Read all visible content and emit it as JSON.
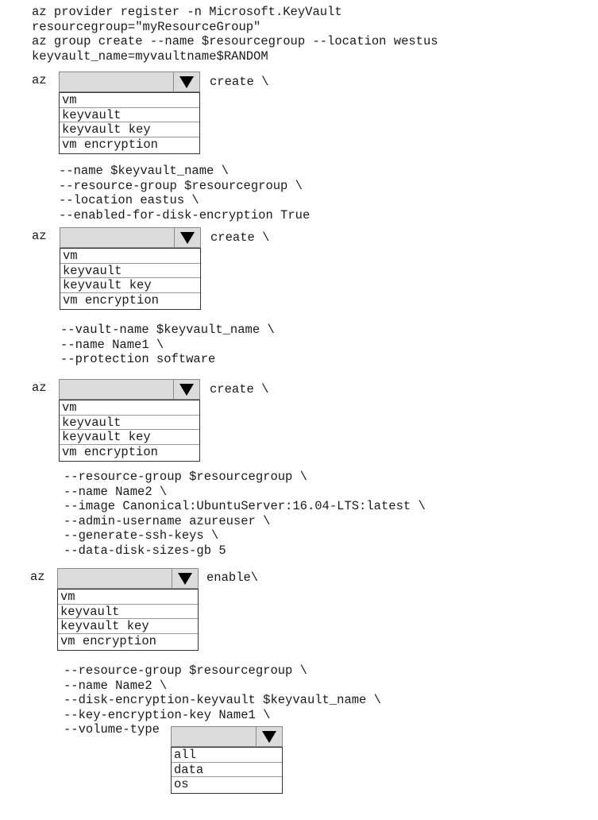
{
  "intro_lines": [
    "az provider register -n Microsoft.KeyVault",
    "resourcegroup=\"myResourceGroup\"",
    "az group create --name $resourcegroup --location westus",
    "keyvault_name=myvaultname$RANDOM"
  ],
  "block1": {
    "prefix": "az",
    "suffix": "create \\",
    "options": [
      "vm",
      "keyvault",
      "keyvault key",
      "vm encryption"
    ],
    "lines": [
      "--name $keyvault_name \\",
      "--resource-group $resourcegroup \\",
      "--location eastus \\",
      "--enabled-for-disk-encryption True"
    ]
  },
  "block2": {
    "prefix": "az",
    "suffix": "create \\",
    "options": [
      "vm",
      "keyvault",
      "keyvault key",
      "vm encryption"
    ],
    "lines": [
      "--vault-name $keyvault_name \\",
      "--name Name1 \\",
      "--protection software"
    ]
  },
  "block3": {
    "prefix": "az",
    "suffix": "create \\",
    "options": [
      "vm",
      "keyvault",
      "keyvault key",
      "vm encryption"
    ],
    "lines": [
      "--resource-group $resourcegroup \\",
      "--name Name2 \\",
      "--image Canonical:UbuntuServer:16.04-LTS:latest \\",
      "--admin-username azureuser \\",
      "--generate-ssh-keys \\",
      "--data-disk-sizes-gb 5"
    ]
  },
  "block4": {
    "prefix": "az",
    "suffix": "enable\\",
    "options": [
      "vm",
      "keyvault",
      "keyvault key",
      "vm encryption"
    ],
    "lines": [
      "--resource-group $resourcegroup \\",
      "--name Name2 \\",
      "--disk-encryption-keyvault $keyvault_name \\",
      "--key-encryption-key Name1 \\"
    ],
    "volume_label": "--volume-type",
    "volume_options": [
      "all",
      "data",
      "os"
    ]
  }
}
